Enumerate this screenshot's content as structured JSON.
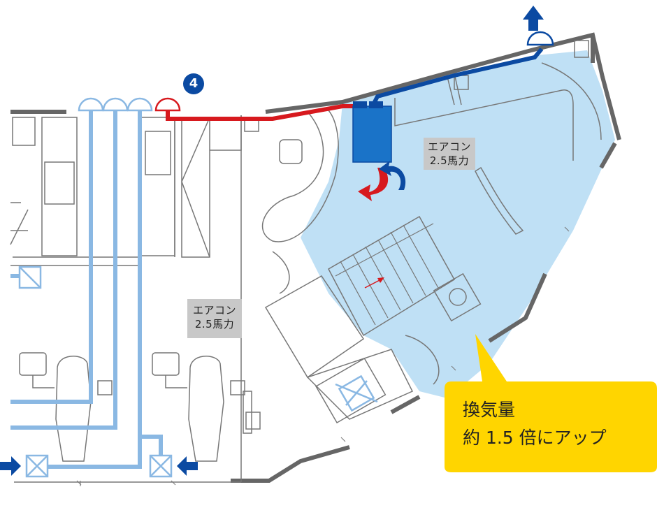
{
  "marker": {
    "number": "4",
    "color": "#0b4aa2"
  },
  "ac_labels": [
    {
      "line1": "エアコン",
      "line2": "2.5馬力"
    },
    {
      "line1": "エアコン",
      "line2": "2.5馬力"
    }
  ],
  "callout": {
    "line1": "換気量",
    "line2": "約 1.5 倍にアップ",
    "color": "#ffd500"
  },
  "colors": {
    "duct_light_blue": "#8ab8e3",
    "duct_red": "#d7191e",
    "duct_dark_blue": "#0b4aa2",
    "ventilated_zone": "#bfe0f5",
    "wall": "#666666",
    "line": "#777777",
    "ac_unit": "#1a73c8"
  },
  "icons": [
    "arrow-up-icon",
    "arrow-right-icon",
    "arrow-left-icon",
    "curved-red-arrow-icon",
    "curved-blue-arrow-icon",
    "stair-arrow-icon"
  ]
}
